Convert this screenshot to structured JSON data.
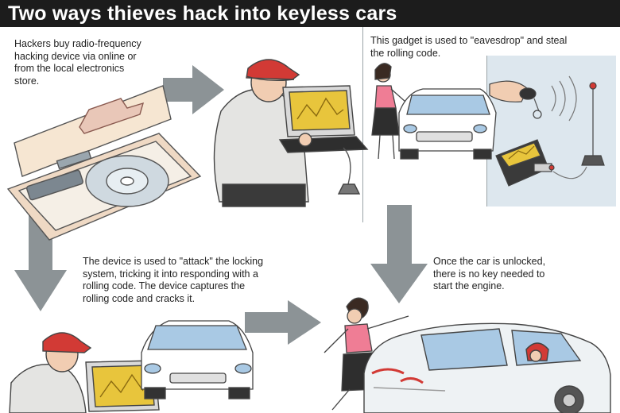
{
  "title": "Two ways thieves hack into keyless cars",
  "captions": {
    "step1": "Hackers buy radio-frequency\nhacking device via online or\nfrom the local electronics\nstore.",
    "step2": "This gadget is used to \"eavesdrop\" and steal\nthe rolling code.",
    "step3": "The device is used to \"attack\" the locking\nsystem, tricking it into responding with a\nrolling code. The device captures the\nrolling code and cracks it.",
    "step4": "Once the car is unlocked,\nthere is no key needed to\nstart the engine."
  },
  "colors": {
    "header": "#1c1c1c",
    "arrow": "#8c9396",
    "panel_bg": "#dde7ee",
    "cap_red": "#d23a35",
    "screen_yellow": "#e8c53c",
    "car_blue": "#a9c9e4",
    "shirt_pink": "#ef7d95"
  },
  "icons": [
    "device-box-icon",
    "hacker-laptop-icon",
    "woman-at-car-icon",
    "key-fob-signal-icon",
    "car-front-icon",
    "woman-opening-car-icon",
    "thief-in-car-icon",
    "arrow-right-icon",
    "arrow-down-icon"
  ]
}
